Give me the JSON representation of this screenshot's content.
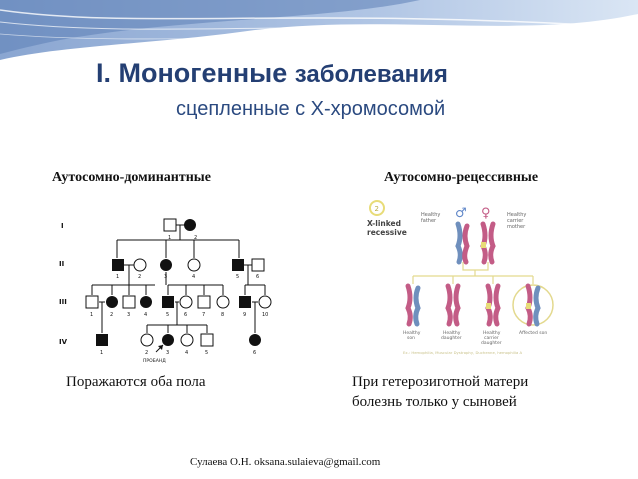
{
  "slide": {
    "title_part1": "I. Моногенные",
    "title_part2": "заболевания",
    "subtitle": "сцепленные с Х-хромосомой",
    "left_heading": "Аутосомно-доминантные",
    "right_heading": "Аутосомно-рецессивные",
    "left_caption": "Поражаются оба пола",
    "right_caption_line1": "При гетерозиготной матери",
    "right_caption_line2": "болезнь только у сыновей",
    "footer": "Сулаева О.Н. oksana.sulaieva@gmail.com"
  },
  "pedigree": {
    "generations": [
      "I",
      "II",
      "III",
      "IV"
    ],
    "gen1_numbers": [
      "1",
      "2"
    ],
    "gen2_numbers": [
      "1",
      "2",
      "3",
      "4",
      "5",
      "6"
    ],
    "gen3_numbers": [
      "1",
      "2",
      "3",
      "4",
      "5",
      "6",
      "7",
      "8",
      "9",
      "10"
    ],
    "gen4_numbers": [
      "1",
      "2",
      "3",
      "4",
      "5",
      "6"
    ],
    "proband_label": "ПРОБАНД"
  },
  "xlinked": {
    "badge_number": "2",
    "panel_title_line1": "X-linked",
    "panel_title_line2": "recessive",
    "male_symbol": "♂",
    "female_symbol": "♀",
    "father_label_line1": "Healthy",
    "father_label_line2": "father",
    "mother_label_line1": "Healthy",
    "mother_label_line2": "carrier",
    "mother_label_line3": "mother",
    "child1_label_line1": "Healthy",
    "child1_label_line2": "son",
    "child2_label_line1": "Healthy",
    "child2_label_line2": "daughter",
    "child3_label_line1": "Healthy",
    "child3_label_line2": "carrier",
    "child3_label_line3": "daughter",
    "child4_label_line1": "Affected son",
    "footnote": "Ex.: Hemophilia, Muscular Dystrophy, Duchenne, hemophilia A"
  },
  "colors": {
    "title": "#243f73",
    "banner_light": "#c9d9ee",
    "banner_mid": "#6f8fc0",
    "chromosome_pink": "#c35c86",
    "chromosome_blue": "#6f8fbd",
    "highlight_ring": "#e3d98e",
    "badge_yellow": "#e8dc78"
  }
}
